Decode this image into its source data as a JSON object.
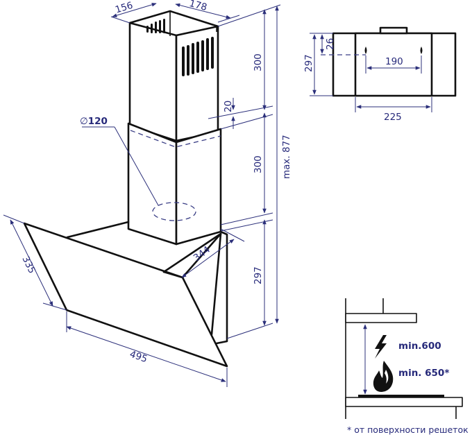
{
  "drawing": {
    "title": "Range hood dimensional drawing",
    "colors": {
      "outline": "#111111",
      "dimension": "#2b2f7a",
      "label": "#26297a",
      "background": "#ffffff"
    },
    "main_view": {
      "chimney_top_depth": "156",
      "chimney_top_width": "178",
      "upper_chimney_height": "300",
      "overlap": "20",
      "lower_chimney_height": "300",
      "body_height": "297",
      "max_total_height": "max. 877",
      "duct_diameter": "120",
      "diameter_symbol": "∅",
      "glass_side_depth": "335",
      "body_depth": "344",
      "glass_width": "495"
    },
    "mount_view": {
      "bracket_height": "297",
      "hole_offset": "26",
      "hole_spacing": "190",
      "bracket_width": "225"
    },
    "clearance_view": {
      "electric_label": "min.600",
      "gas_label": "min. 650*",
      "footnote": "* от поверхности решеток",
      "icons": [
        "lightning-icon",
        "flame-icon"
      ]
    }
  }
}
